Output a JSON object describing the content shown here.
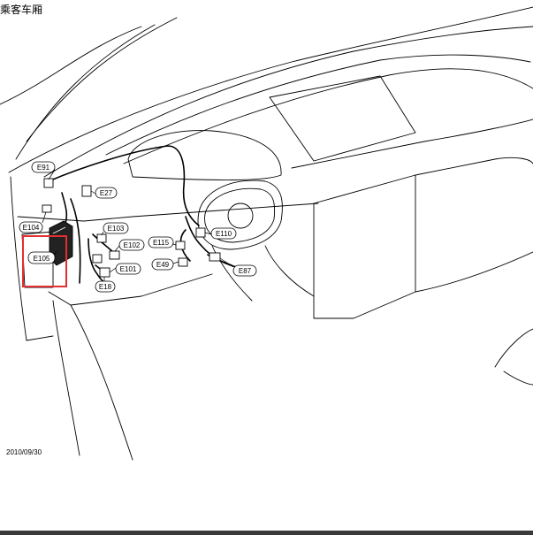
{
  "title": "乘客车厢",
  "date": "2010/09/30",
  "highlight_color": "#e03030",
  "connectors": {
    "e91": "E91",
    "e27": "E27",
    "e104": "E104",
    "e105": "E105",
    "e103": "E103",
    "e102": "E102",
    "e101": "E101",
    "e18": "E18",
    "e115": "E115",
    "e49": "E49",
    "e110": "E110",
    "e87": "E87"
  }
}
